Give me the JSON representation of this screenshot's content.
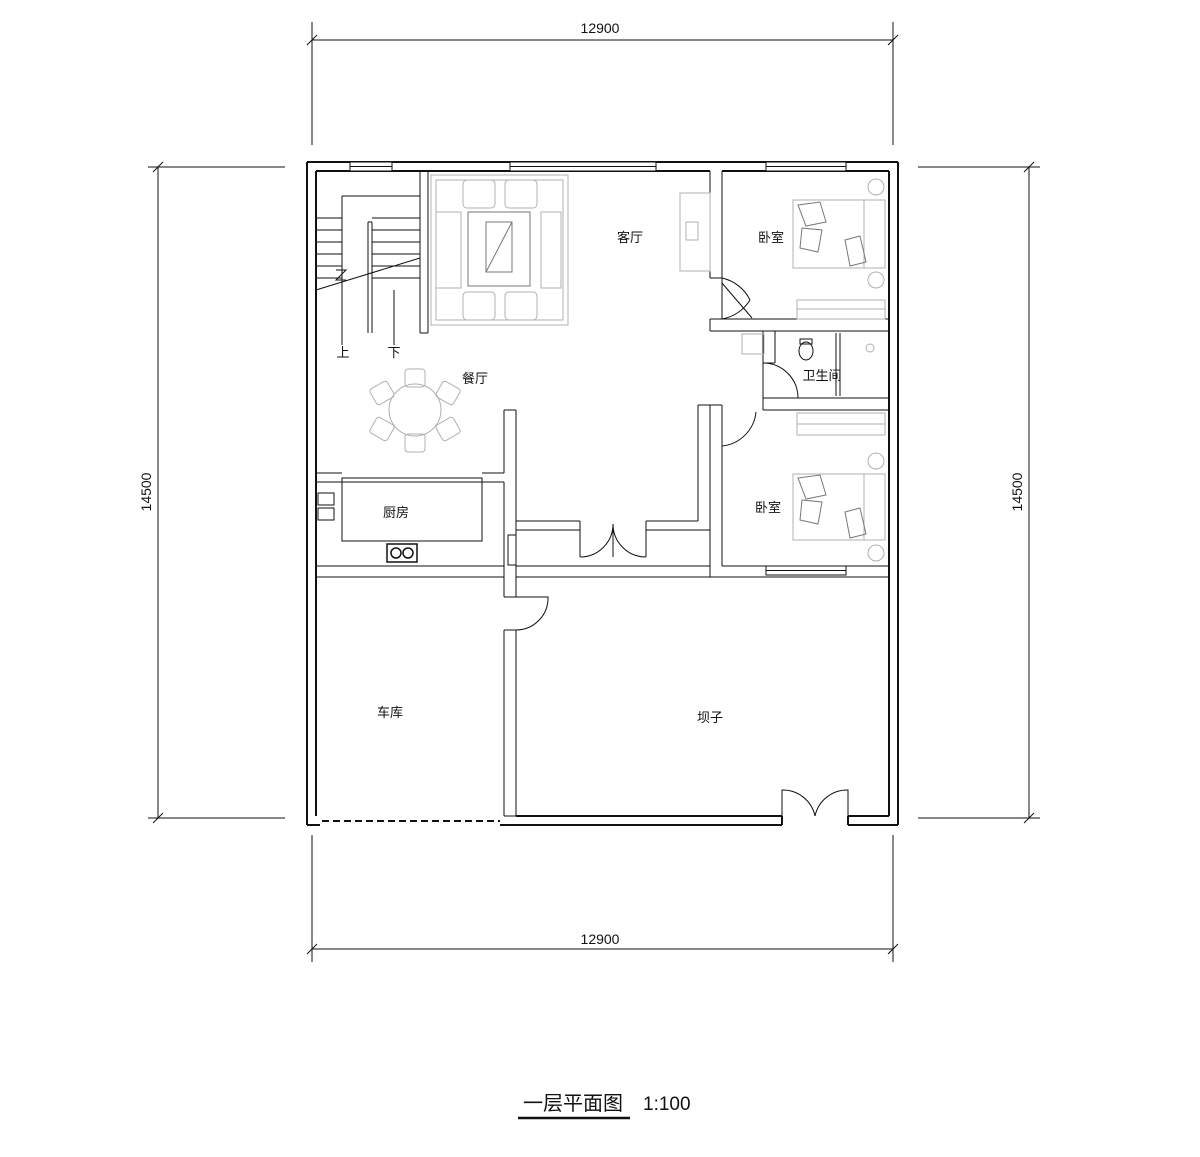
{
  "dimensions": {
    "top_width": "12900",
    "bottom_width": "12900",
    "left_height": "14500",
    "right_height": "14500"
  },
  "rooms": {
    "living_room": "客厅",
    "bedroom_upper": "卧室",
    "bedroom_lower": "卧室",
    "bathroom": "卫生间",
    "dining_room": "餐厅",
    "kitchen": "厨房",
    "garage": "车库",
    "courtyard": "坝子"
  },
  "stairs": {
    "up_label": "上",
    "down_label": "下"
  },
  "title": {
    "name": "一层平面图",
    "scale": "1:100"
  }
}
